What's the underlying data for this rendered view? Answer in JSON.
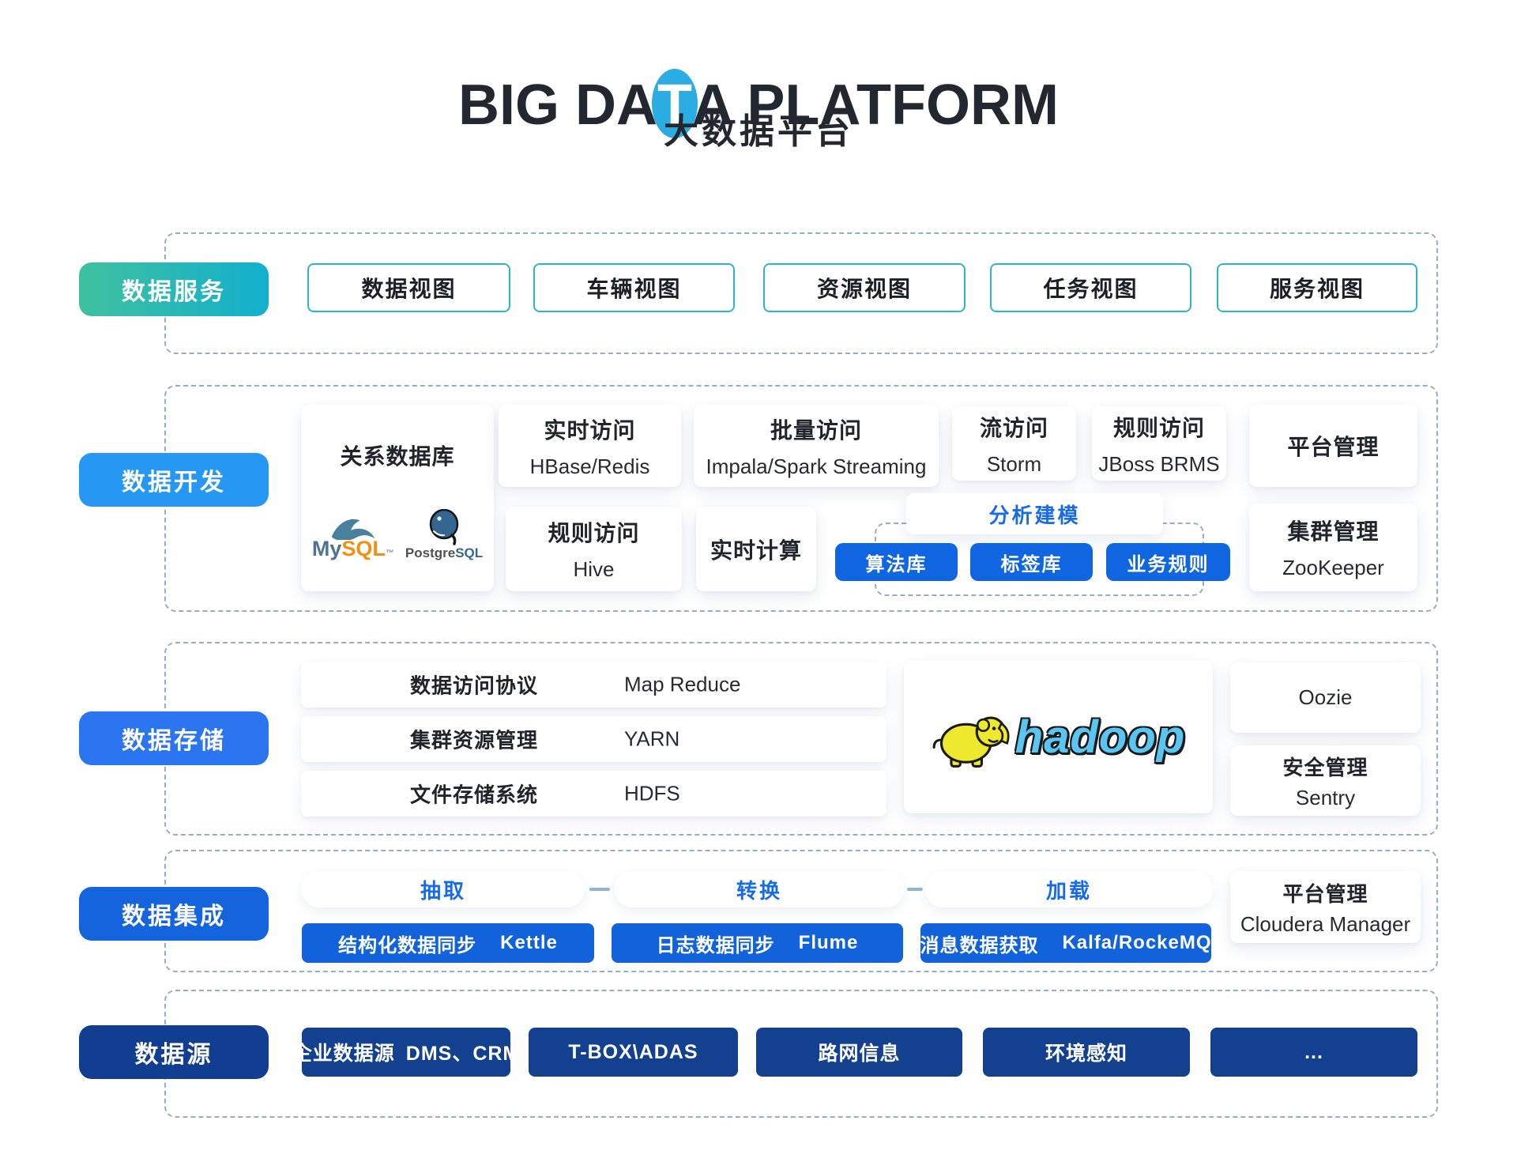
{
  "header": {
    "title_prefix": "BIG DA",
    "title_accent_letter": "T",
    "title_suffix": "A PLATFORM",
    "subtitle": "大数据平台"
  },
  "colors": {
    "accent_circle": "#2BACE2",
    "title_text": "#23272F",
    "dashed_border": "#98ACC3",
    "services_label_gradient": [
      "#3FC19E",
      "#12AFCE"
    ],
    "services_box_border": "#2EB5C9",
    "development_label": "#2697F2",
    "storage_label": "#2B76F0",
    "integration_label": "#1464DE",
    "sources_label": "#123E92",
    "pill_button": "#0F66E0",
    "sync_bar": "#1263DB",
    "source_box": "#13418F",
    "stage_text": "#176BE8",
    "hadoop_text": "#5BC5F2",
    "mysql_orange": "#F29111",
    "mysql_blue": "#4F7390",
    "postgres_blue": "#336791"
  },
  "services": {
    "label": "数据服务",
    "boxes": [
      {
        "label": "数据视图"
      },
      {
        "label": "车辆视图"
      },
      {
        "label": "资源视图"
      },
      {
        "label": "任务视图"
      },
      {
        "label": "服务视图"
      }
    ]
  },
  "development": {
    "label": "数据开发",
    "relational": {
      "title": "关系数据库",
      "mysql": {
        "prefix": "My",
        "suffix": "SQL",
        "tm": "™"
      },
      "postgresql": {
        "prefix": "Postgre",
        "suffix": "SQL"
      }
    },
    "cards": {
      "realtime_access": {
        "title": "实时访问",
        "tech": "HBase/Redis"
      },
      "batch_access": {
        "title": "批量访问",
        "tech": "Impala/Spark Streaming"
      },
      "stream_access": {
        "title": "流访问",
        "tech": "Storm"
      },
      "rule_access_jboss": {
        "title": "规则访问",
        "tech": "JBoss BRMS"
      },
      "platform_mgmt": {
        "title": "平台管理"
      },
      "rule_access_hive": {
        "title": "规则访问",
        "tech": "Hive"
      },
      "realtime_compute": {
        "title": "实时计算"
      },
      "cluster_mgmt": {
        "title": "集群管理",
        "tech": "ZooKeeper"
      }
    },
    "modeling": {
      "title": "分析建模",
      "buttons": [
        {
          "label": "算法库"
        },
        {
          "label": "标签库"
        },
        {
          "label": "业务规则"
        }
      ]
    }
  },
  "storage": {
    "label": "数据存储",
    "rows": [
      {
        "name": "数据访问协议",
        "tech": "Map Reduce"
      },
      {
        "name": "集群资源管理",
        "tech": "YARN"
      },
      {
        "name": "文件存储系统",
        "tech": "HDFS"
      }
    ],
    "hadoop": {
      "text": "hadoop"
    },
    "oozie": {
      "title": "Oozie"
    },
    "sentry": {
      "title": "安全管理",
      "tech": "Sentry"
    }
  },
  "integration": {
    "label": "数据集成",
    "stages": [
      {
        "label": "抽取"
      },
      {
        "label": "转换"
      },
      {
        "label": "加载"
      }
    ],
    "bars": [
      {
        "name": "结构化数据同步",
        "tech": "Kettle"
      },
      {
        "name": "日志数据同步",
        "tech": "Flume"
      },
      {
        "name": "消息数据获取",
        "tech": "Kalfa/RockeMQ"
      }
    ],
    "cloudera": {
      "title": "平台管理",
      "tech": "Cloudera Manager"
    }
  },
  "sources": {
    "label": "数据源",
    "boxes": [
      {
        "name": "企业数据源",
        "tech": "DMS、CRM"
      },
      {
        "name": "T-BOX\\ADAS"
      },
      {
        "name": "路网信息"
      },
      {
        "name": "环境感知"
      },
      {
        "name": "..."
      }
    ]
  }
}
